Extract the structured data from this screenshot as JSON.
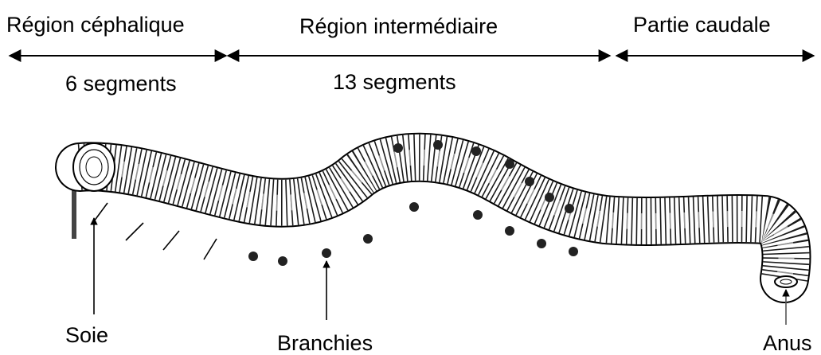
{
  "regions": {
    "head": {
      "title": "Région céphalique",
      "segments": "6 segments"
    },
    "middle": {
      "title": "Région intermédiaire",
      "segments": "13 segments"
    },
    "tail": {
      "title": "Partie caudale"
    }
  },
  "annotations": {
    "bristle": "Soie",
    "gills": "Branchies",
    "anus": "Anus"
  }
}
